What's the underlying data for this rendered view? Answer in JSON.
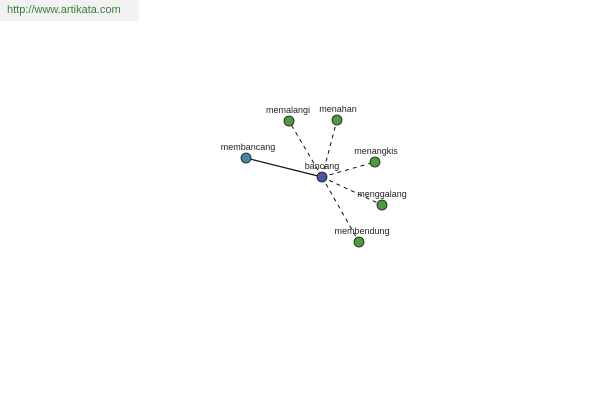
{
  "source_url": "http://www.artikata.com",
  "center": {
    "id": "bancang",
    "label": "bancang",
    "color": "#4a55a8"
  },
  "nodes": [
    {
      "id": "membancang",
      "label": "membancang",
      "color": "#3f8a9c",
      "link": "solid"
    },
    {
      "id": "memalangi",
      "label": "memalangi",
      "color": "#4e9a3e",
      "link": "dashed"
    },
    {
      "id": "menahan",
      "label": "menahan",
      "color": "#4e9a3e",
      "link": "dashed"
    },
    {
      "id": "menangkis",
      "label": "menangkis",
      "color": "#4e9a3e",
      "link": "dashed"
    },
    {
      "id": "menggalang",
      "label": "menggalang",
      "color": "#4e9a3e",
      "link": "dashed"
    },
    {
      "id": "membendung",
      "label": "membendung",
      "color": "#4e9a3e",
      "link": "dashed"
    }
  ]
}
